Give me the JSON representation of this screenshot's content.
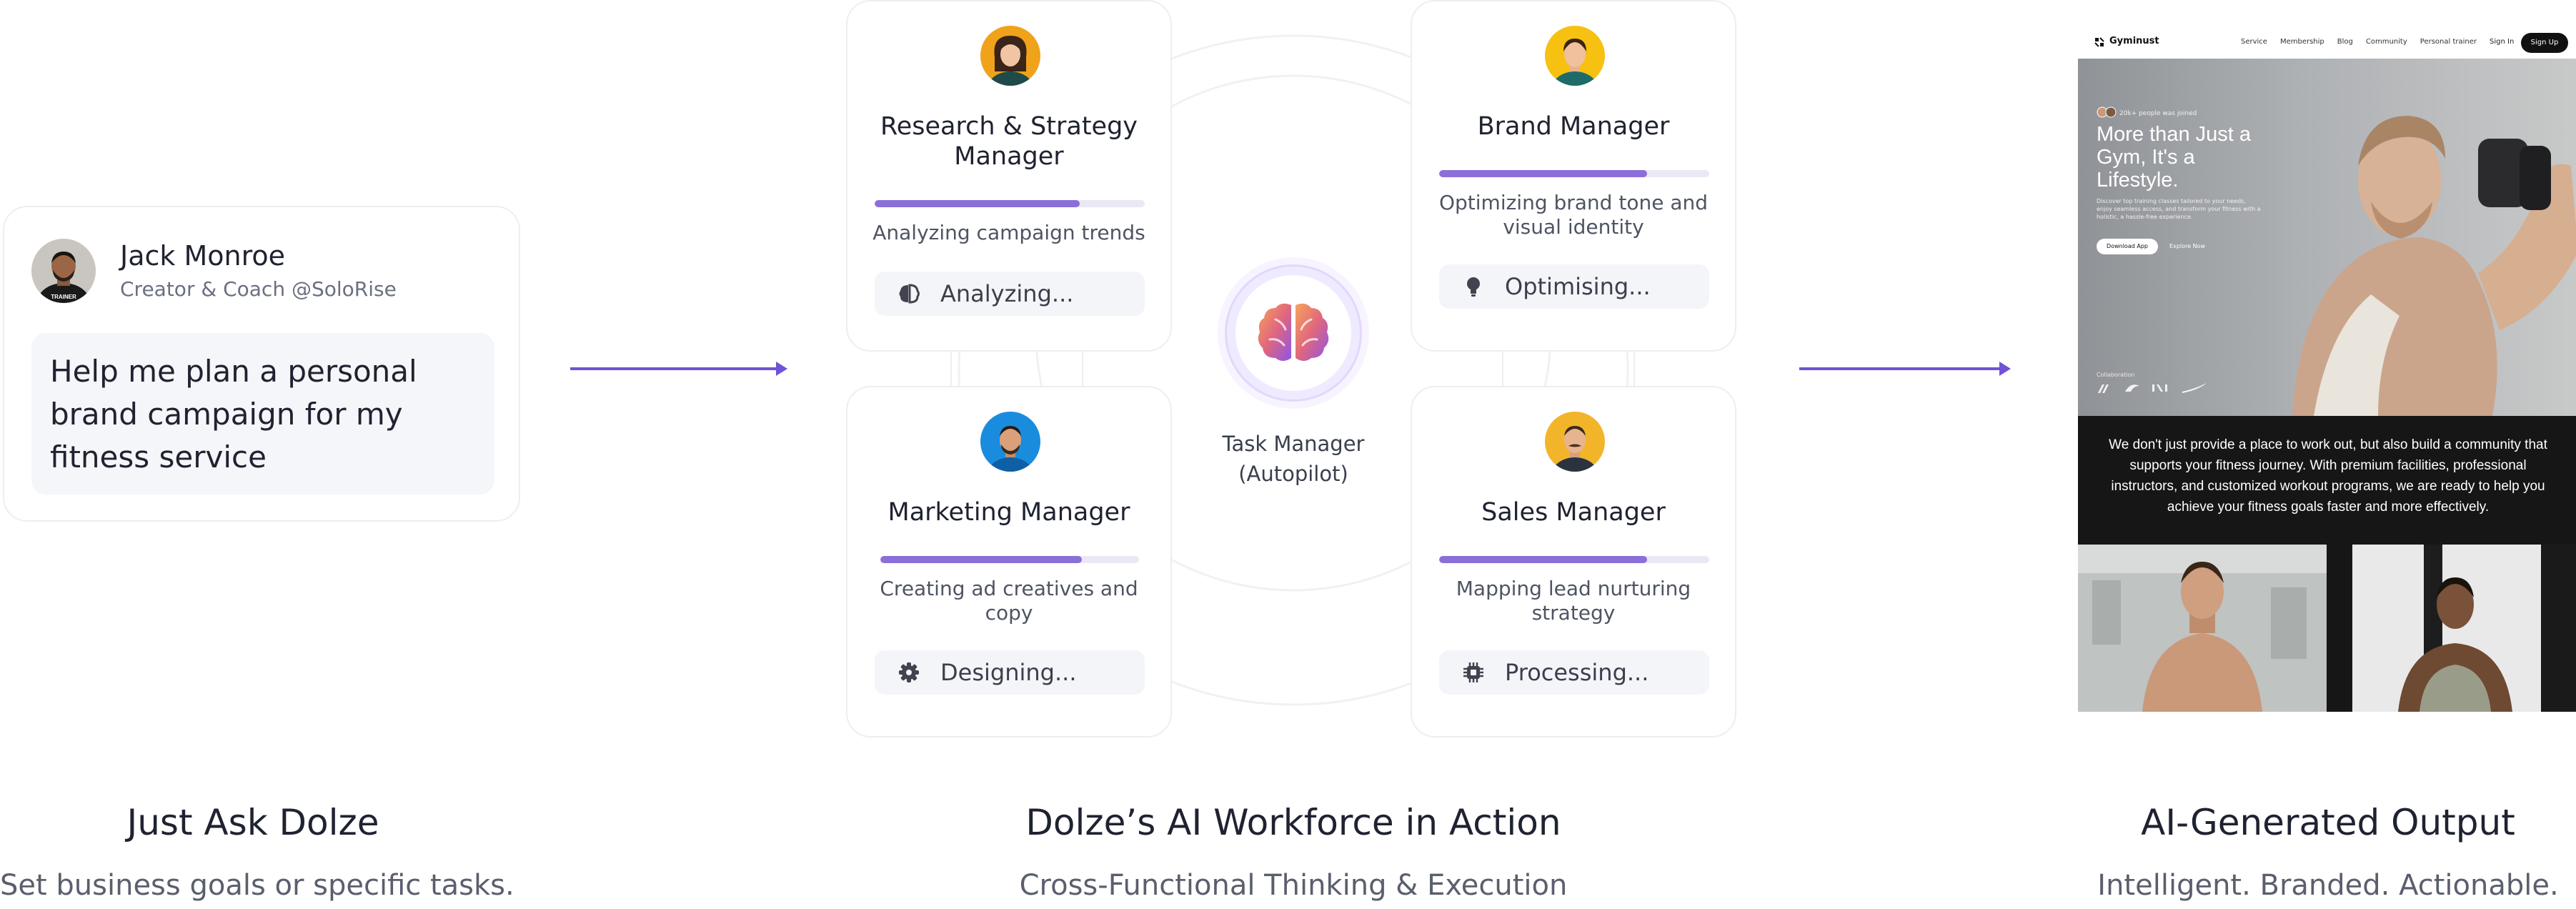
{
  "request": {
    "user_name": "Jack Monroe",
    "user_handle": "Creator & Coach @SoloRise",
    "avatar_shirt_text": "TRAINER",
    "message": "Help me plan a personal brand campaign for my fitness service"
  },
  "agents": [
    {
      "title": "Research & Strategy Manager",
      "progress": 0.76,
      "description": "Analyzing campaign trends",
      "status": "Analyzing...",
      "status_icon": "brain-icon"
    },
    {
      "title": "Brand Manager",
      "progress": 0.77,
      "description": "Optimizing brand tone and visual identity",
      "status": "Optimising...",
      "status_icon": "lightbulb-icon"
    },
    {
      "title": "Marketing Manager",
      "progress": 0.78,
      "description": "Creating ad creatives and copy",
      "status": "Designing...",
      "status_icon": "gear-icon"
    },
    {
      "title": "Sales Manager",
      "progress": 0.77,
      "description": "Mapping lead nurturing strategy",
      "status": "Processing...",
      "status_icon": "chip-icon"
    }
  ],
  "task_manager": {
    "label": "Task Manager (Autopilot)"
  },
  "output_site": {
    "brand": "Gyminust",
    "nav_links": [
      "Service",
      "Membership",
      "Blog",
      "Community",
      "Personal trainer"
    ],
    "sign_in": "Sign In",
    "sign_up": "Sign Up",
    "hero_tag": "20k+ people was joined",
    "headline": "More than Just a Gym, It's a Lifestyle.",
    "hero_body": "Discover top training classes tailored to your needs, enjoy seamless access, and transform your fitness with a holistic, a hassle-free experience.",
    "primary_cta": "Download App",
    "secondary_cta": "Explore Now",
    "collab_label": "Collaboration",
    "band_text": "We don't just provide a place to work out, but also build a community that supports your fitness journey. With premium facilities, professional instructors, and customized workout programs, we are ready to help you achieve your fitness goals faster and more effectively."
  },
  "columns": [
    {
      "title": "Just Ask Dolze",
      "subtitle": "Set business goals or specific tasks."
    },
    {
      "title": "Dolze’s AI Workforce in Action",
      "subtitle": "Cross-Functional Thinking & Execution"
    },
    {
      "title": "AI-Generated Output",
      "subtitle": "Intelligent. Branded. Actionable."
    }
  ],
  "colors": {
    "accent": "#7052d6",
    "progress": "#8b6fd8",
    "border": "#eceef2",
    "brain_from": "#f08a5d",
    "brain_to": "#8e54e9"
  }
}
